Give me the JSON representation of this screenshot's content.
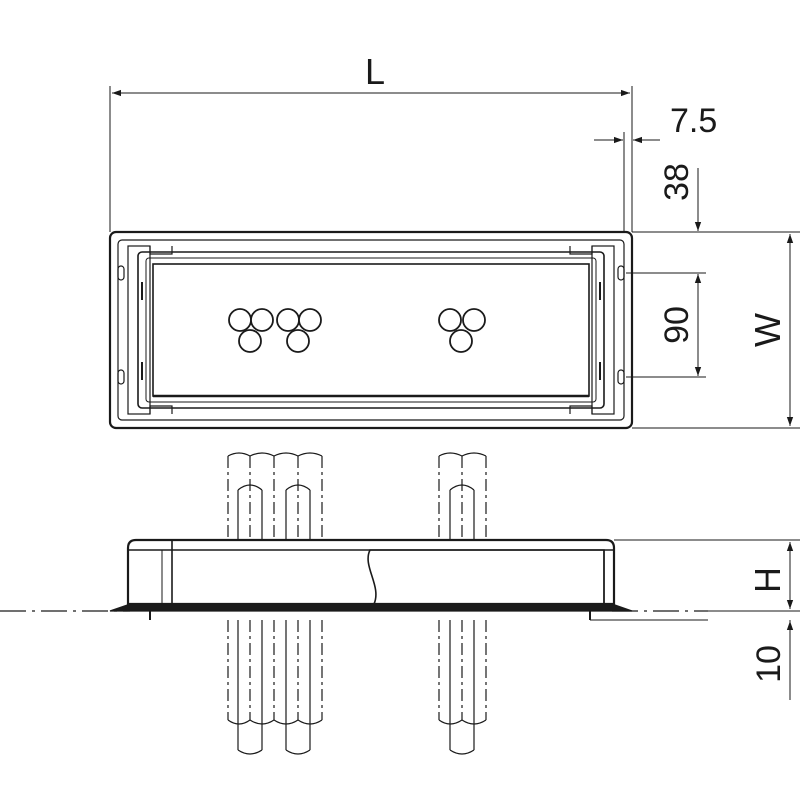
{
  "dimensions": {
    "length": "L",
    "flange_width": "7.5",
    "top_offset": "38",
    "inner_width": "90",
    "width": "W",
    "height": "H",
    "depth": "10"
  },
  "colors": {
    "line": "#1a1a1a",
    "panel_fill": "#d4d4d4",
    "background": "#ffffff"
  }
}
